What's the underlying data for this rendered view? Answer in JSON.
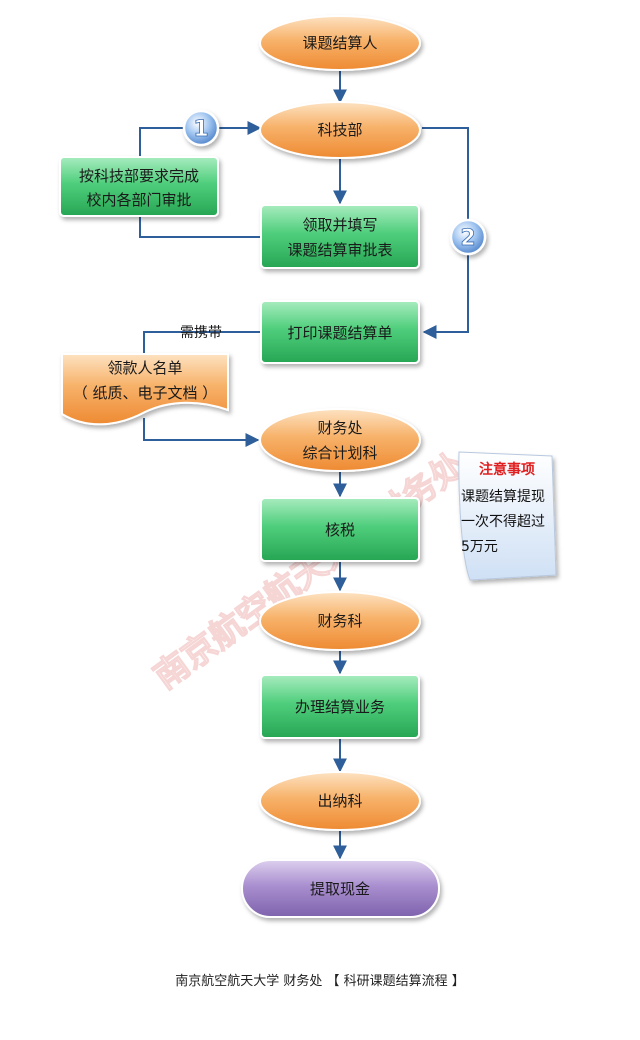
{
  "colors": {
    "orange": "#f4a04c",
    "green": "#3fbf6a",
    "purple": "#9a7fc2",
    "connector": "#2f5f9a",
    "note_title": "#e02020"
  },
  "nodes": {
    "person": "课题结算人",
    "tech_dept": "科技部",
    "approve": [
      "按科技部要求完成",
      "校内各部门审批"
    ],
    "fill_form": [
      "领取并填写",
      "课题结算审批表"
    ],
    "print_form": "打印课题结算单",
    "need_bring": "需携带",
    "payee_list": [
      "领款人名单",
      "（ 纸质、电子文档 ）"
    ],
    "finance": [
      "财务处",
      "综合计划科"
    ],
    "tax": "核税",
    "finance_section": "财务科",
    "handle": "办理结算业务",
    "cashier": "出纳科",
    "withdraw": "提取现金"
  },
  "badges": {
    "one": "1",
    "two": "2"
  },
  "note": {
    "title": "注意事项",
    "lines": [
      "课题结算提现",
      "一次不得超过",
      "5万元"
    ]
  },
  "watermark": "南京航空航天大学财务处",
  "footer": "南京航空航天大学   财务处  【 科研课题结算流程 】"
}
